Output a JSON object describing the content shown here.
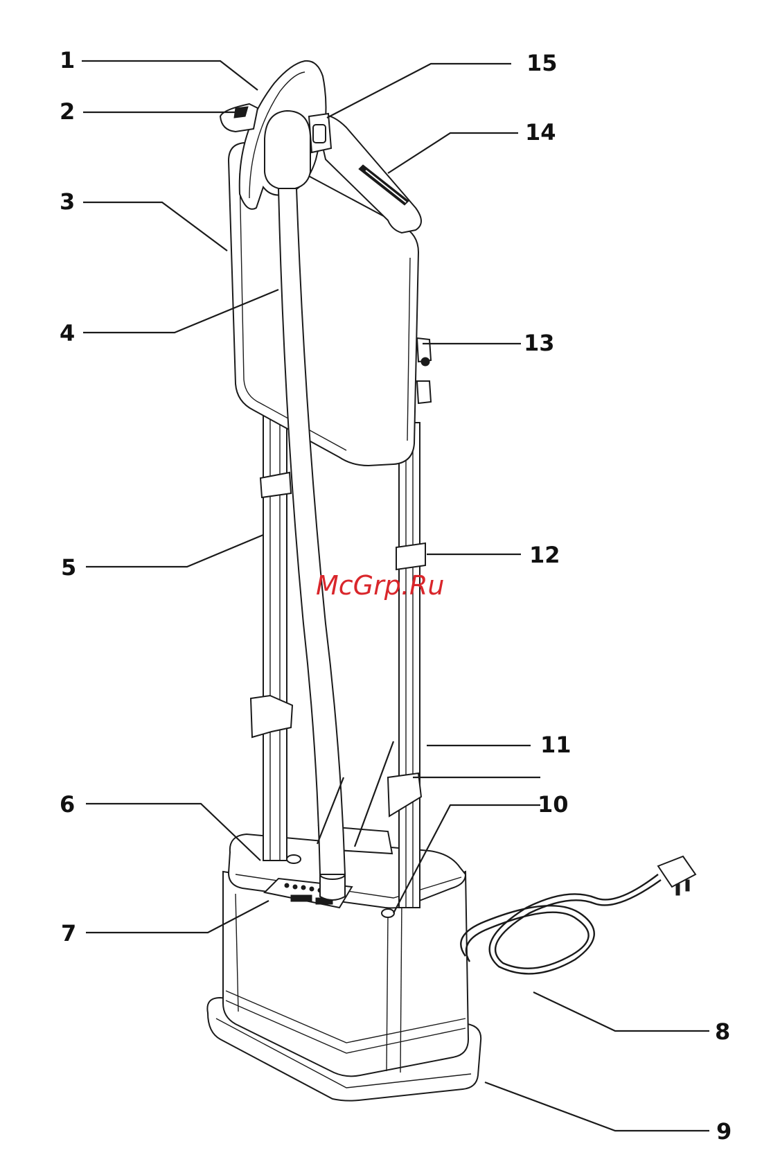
{
  "diagram": {
    "callouts": [
      {
        "id": "1",
        "label": "1"
      },
      {
        "id": "2",
        "label": "2"
      },
      {
        "id": "3",
        "label": "3"
      },
      {
        "id": "4",
        "label": "4"
      },
      {
        "id": "5",
        "label": "5"
      },
      {
        "id": "6",
        "label": "6"
      },
      {
        "id": "7",
        "label": "7"
      },
      {
        "id": "8",
        "label": "8"
      },
      {
        "id": "9",
        "label": "9"
      },
      {
        "id": "10",
        "label": "10"
      },
      {
        "id": "11",
        "label": "11"
      },
      {
        "id": "12",
        "label": "12"
      },
      {
        "id": "13",
        "label": "13"
      },
      {
        "id": "14",
        "label": "14"
      },
      {
        "id": "15",
        "label": "15"
      }
    ],
    "watermark": "McGrp.Ru"
  }
}
